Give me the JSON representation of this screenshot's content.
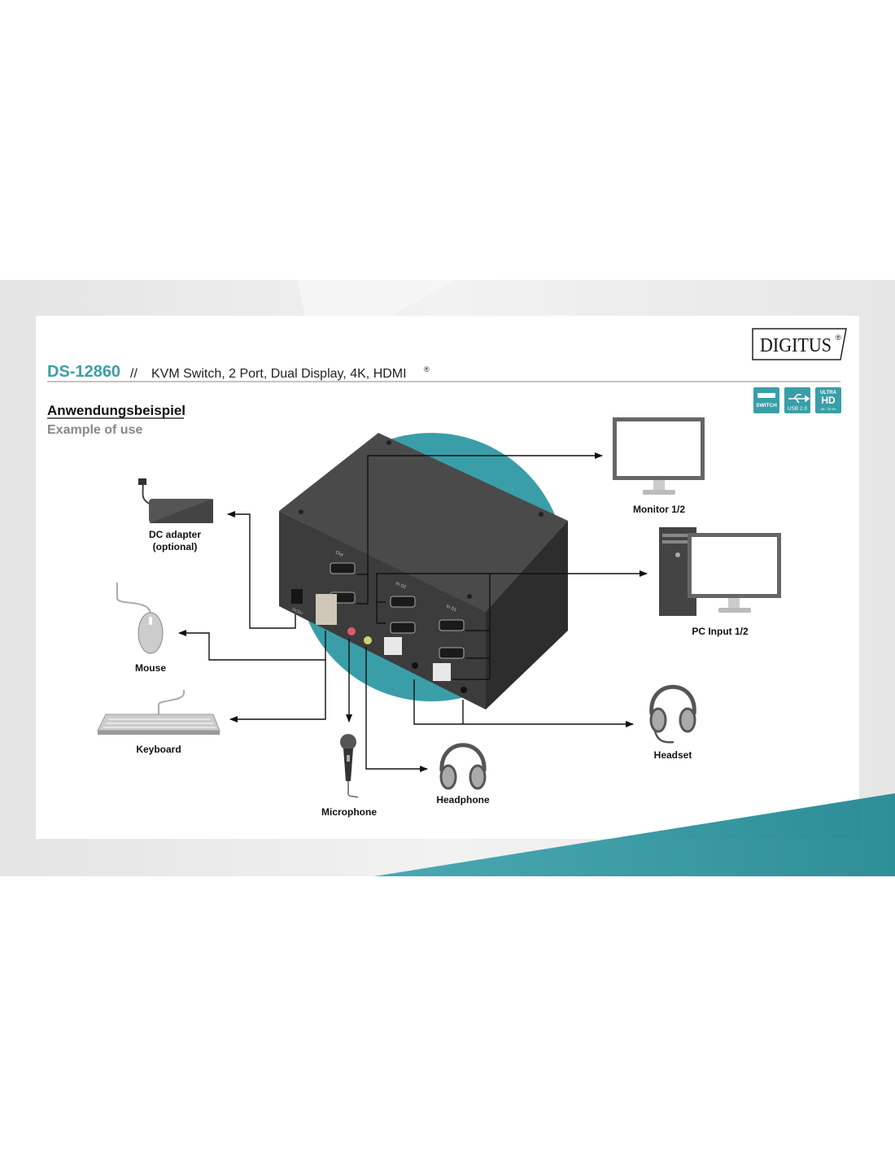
{
  "header": {
    "model": "DS-12860",
    "separator": "//",
    "title": "KVM Switch, 2 Port, Dual Display, 4K, HDMI",
    "title_mark": "®",
    "brand_logo": "DIGITUS®",
    "badges": [
      {
        "icon": "switch-icon",
        "label": "SWITCH"
      },
      {
        "icon": "usb-icon",
        "label": "USB 2.0"
      },
      {
        "icon": "ultra-hd-icon",
        "label": "ULTRA HD",
        "sub": "4K / 30 Hz"
      }
    ]
  },
  "section": {
    "title_de": "Anwendungsbeispiel",
    "title_en": "Example of use"
  },
  "device": {
    "ports": {
      "out": "Out",
      "in2": "In 02",
      "in1": "In 01",
      "dc": "DC5V"
    }
  },
  "labels": {
    "monitor": "Monitor 1/2",
    "pc": "PC Input 1/2",
    "dc_adapter": "DC adapter",
    "dc_optional": "(optional)",
    "mouse": "Mouse",
    "keyboard": "Keyboard",
    "microphone": "Microphone",
    "headphone": "Headphone",
    "headset": "Headset"
  },
  "colors": {
    "accent": "#3a9ea8",
    "device": "#3d3d3d",
    "text": "#111111"
  }
}
